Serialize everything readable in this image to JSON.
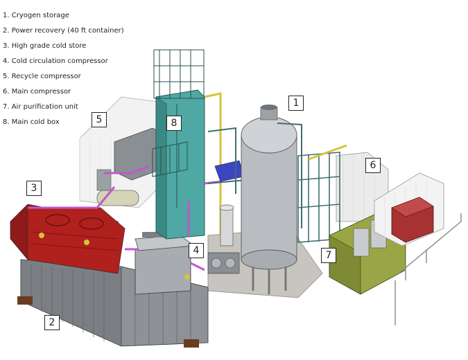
{
  "legend": [
    "1. Cryogen storage",
    "2. Power recovery (40 ft container)",
    "3. High grade cold store",
    "4. Cold circulation compressor",
    "5. Recycle compressor",
    "6. Main compressor",
    "7. Air purification unit",
    "8. Main cold box"
  ],
  "callouts": [
    "1",
    "2",
    "3",
    "4",
    "5",
    "6",
    "7",
    "8"
  ],
  "colors": {
    "tank": "#b9bdc2",
    "cold_store": "#b0201c",
    "cold_box": "#4fa8a3",
    "purification": "#9aa646",
    "main_comp_box": "#a83232",
    "container": "#8e9296",
    "pipe_magenta": "#c157c9",
    "fitting_yellow": "#d8c23a",
    "frame_teal": "#3d6f6c",
    "slab": "#c8c5c0"
  }
}
